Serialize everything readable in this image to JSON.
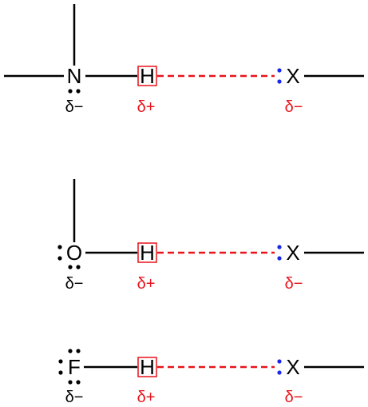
{
  "colors": {
    "bond": "#000000",
    "h_bond": "#e8141c",
    "partial_positive": "#e8141c",
    "partial_negative": "#000000",
    "acceptor_negative": "#e8141c",
    "acceptor_lone_pair": "#1c28e8",
    "donor_lone_pair": "#000000"
  },
  "rows": [
    {
      "donor": "N",
      "hydrogen": "H",
      "acceptor": "X",
      "donor_charge": "δ−",
      "hydrogen_charge": "δ+",
      "acceptor_charge": "δ−"
    },
    {
      "donor": "O",
      "hydrogen": "H",
      "acceptor": "X",
      "donor_charge": "δ−",
      "hydrogen_charge": "δ+",
      "acceptor_charge": "δ−"
    },
    {
      "donor": "F",
      "hydrogen": "H",
      "acceptor": "X",
      "donor_charge": "δ−",
      "hydrogen_charge": "δ+",
      "acceptor_charge": "δ−"
    }
  ]
}
